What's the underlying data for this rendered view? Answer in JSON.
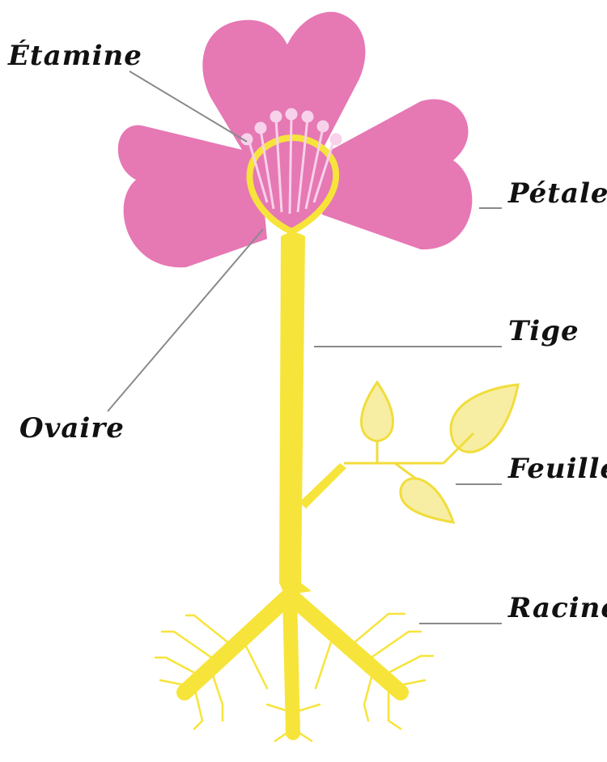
{
  "labels": {
    "etamine": "Étamine",
    "petale": "Pétale",
    "tige": "Tige",
    "ovaire": "Ovaire",
    "feuille": "Feuille",
    "racine": "Racine"
  },
  "colors": {
    "petal": "#e678b4",
    "stem": "#f7e43a",
    "leaf_fill": "#f7eea3",
    "leaf_outline": "#f1dd3c",
    "leader_line": "#8a8a8a",
    "stamen": "#f7d2ea",
    "text": "#111111"
  }
}
